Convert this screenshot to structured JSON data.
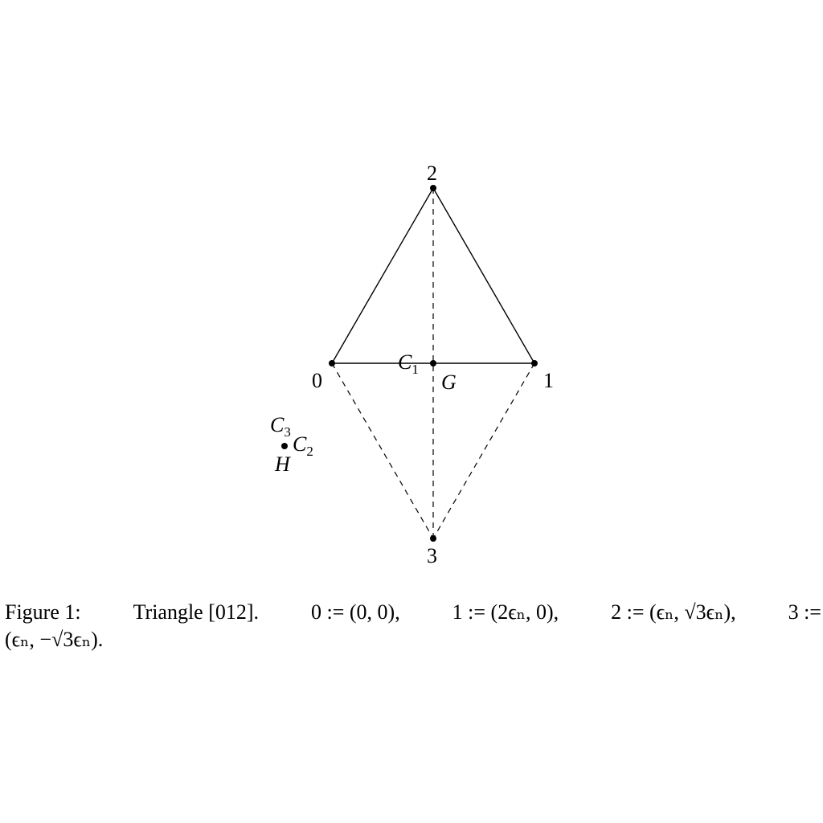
{
  "diagram": {
    "vertex_labels": {
      "v0": "0",
      "v1": "1",
      "v2": "2",
      "v3": "3"
    },
    "center_labels": {
      "C1": {
        "base": "C",
        "sub": "1"
      },
      "G": "G",
      "C3": {
        "base": "C",
        "sub": "3"
      },
      "C2": {
        "base": "C",
        "sub": "2"
      },
      "H": "H"
    }
  },
  "caption": {
    "line1": [
      "Figure 1:",
      "Triangle [012].",
      "0 := (0, 0),",
      "1 := (2ϵₙ, 0),",
      "2 := (ϵₙ, √3ϵₙ),",
      "3 :="
    ],
    "line2": "(ϵₙ, −√3ϵₙ)."
  }
}
